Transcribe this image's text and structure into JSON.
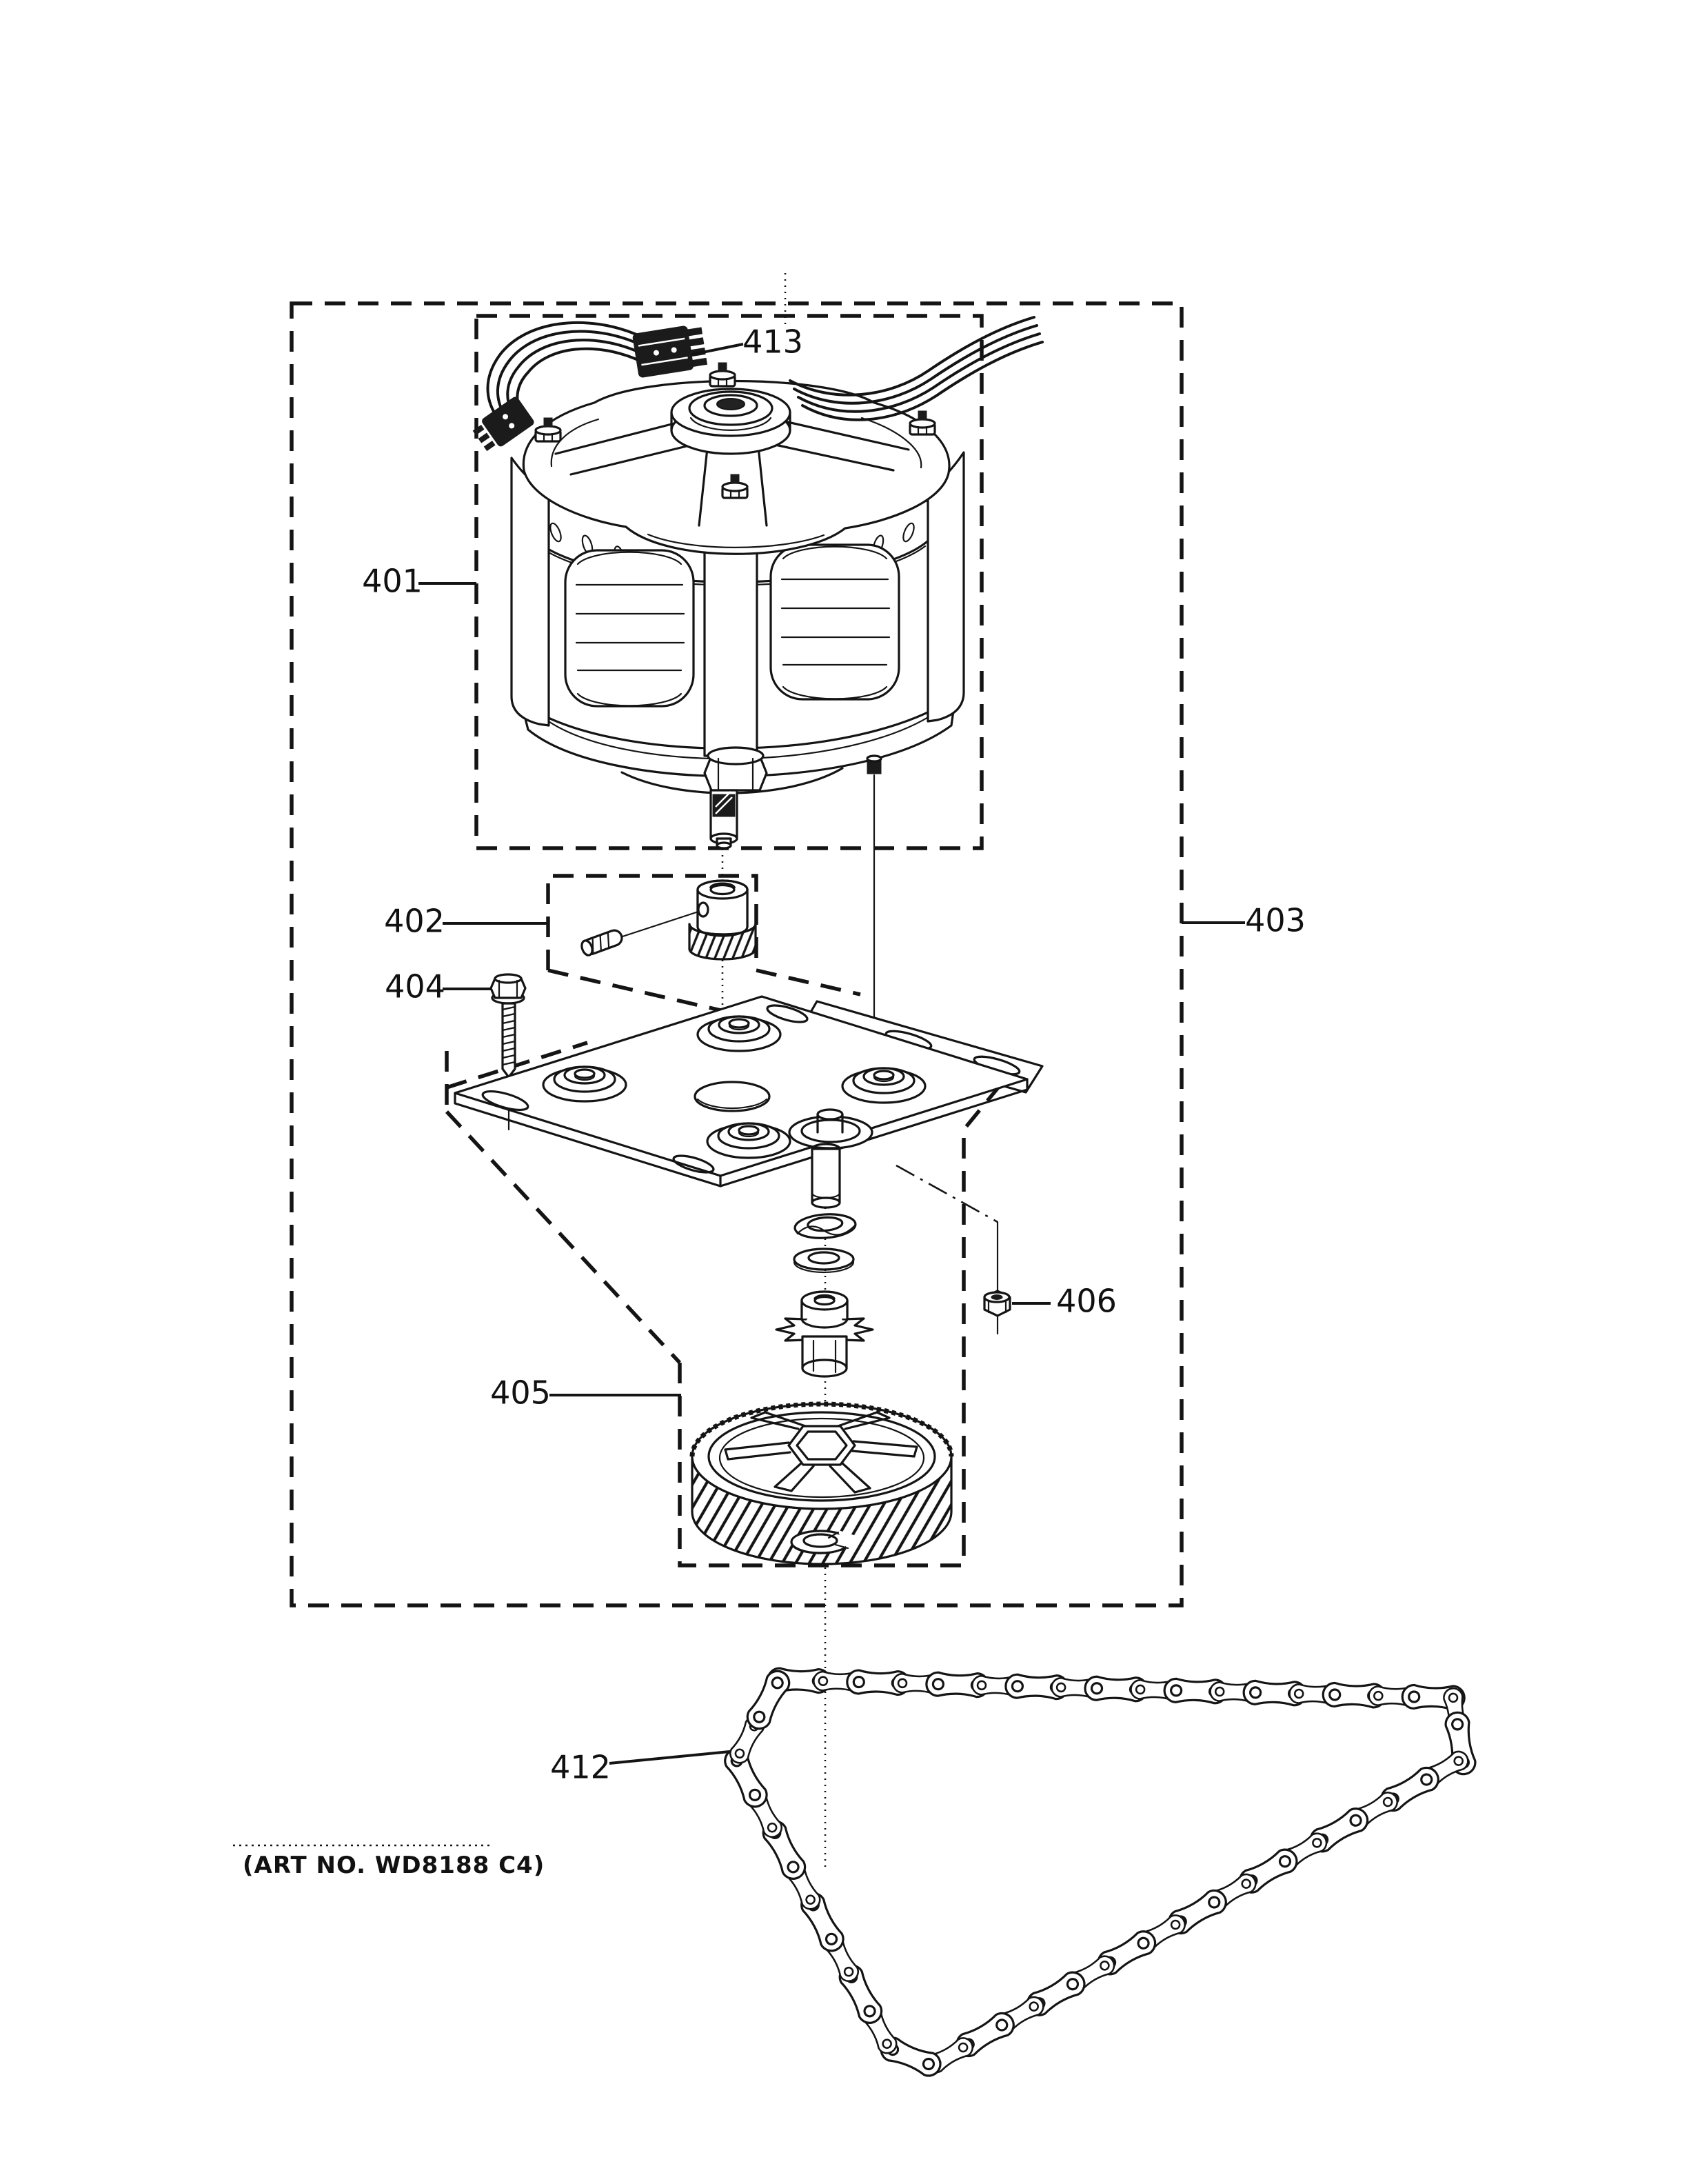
{
  "figure": {
    "art_note": "(ART NO. WD8188 C4)",
    "labels": {
      "l401": "401",
      "l402": "402",
      "l403": "403",
      "l404": "404",
      "l405": "405",
      "l406": "406",
      "l412": "412",
      "l413": "413"
    },
    "colors": {
      "ink": "#141414",
      "background": "#ffffff"
    }
  }
}
